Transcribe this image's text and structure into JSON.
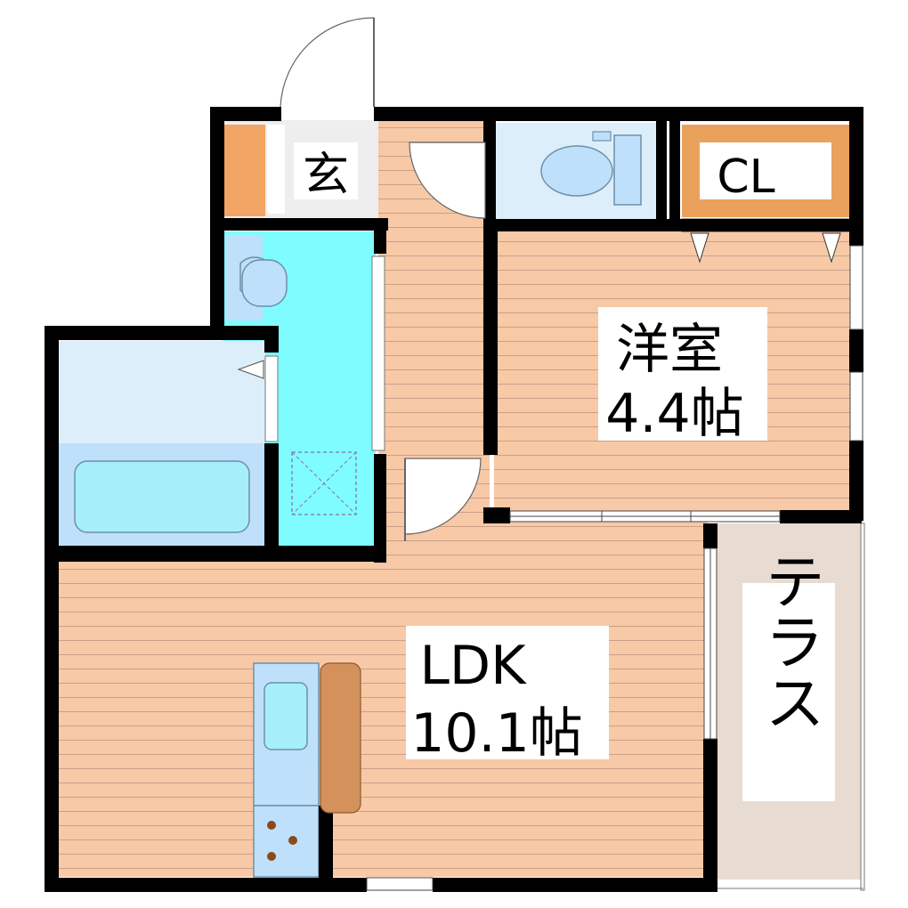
{
  "rooms": {
    "entrance": {
      "label": "玄"
    },
    "closet": {
      "label": "CL"
    },
    "western_room": {
      "name": "洋室",
      "size": "4.4帖"
    },
    "ldk": {
      "name": "LDK",
      "size": "10.1帖"
    },
    "terrace": {
      "label": "テラス"
    }
  },
  "colors": {
    "wall": "#000000",
    "floor": "#f7c9a6",
    "floor_lines": "#c9a088",
    "wet_area": "#bfe0fa",
    "washroom": "#7ffcff",
    "bath": "#ddeefb",
    "terrace": "#e8dcd2",
    "closet_frame": "#e9a15c",
    "counter": "#d4915b"
  }
}
